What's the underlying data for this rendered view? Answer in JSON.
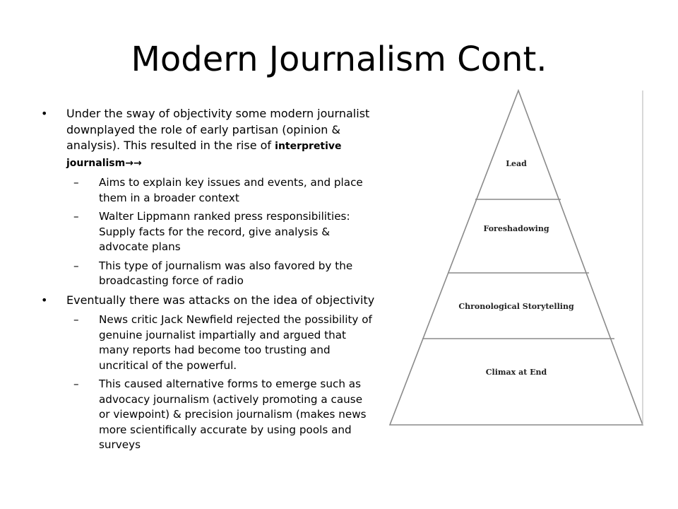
{
  "title": "Modern Journalism Cont.",
  "bullets": [
    {
      "text": "Under the sway of objectivity some modern journalist downplayed the role of early partisan (opinion & analysis). This resulted in the rise of",
      "emphasis": "interpretive journalism",
      "arrows": "→→",
      "subs": [
        "Aims to explain key issues and events, and place them in a broader context",
        "Walter Lippmann ranked press responsibilities: Supply facts for the record, give analysis & advocate plans",
        "This type of journalism was also favored by the broadcasting force of radio"
      ]
    },
    {
      "text": "Eventually there was attacks on the idea of objectivity",
      "subs": [
        "News critic Jack Newfield rejected the possibility of genuine journalist impartially and argued that many reports had become too trusting and uncritical of the powerful.",
        "This caused alternative forms to emerge such as advocacy journalism (actively promoting a cause or viewpoint) & precision journalism (makes news more scientifically accurate by using pools and surveys"
      ]
    }
  ],
  "bullet_symbol": "•",
  "dash_symbol": "–",
  "pyramid": {
    "levels": [
      "Lead",
      "Foreshadowing",
      "Chronological Storytelling",
      "Climax at End"
    ]
  }
}
